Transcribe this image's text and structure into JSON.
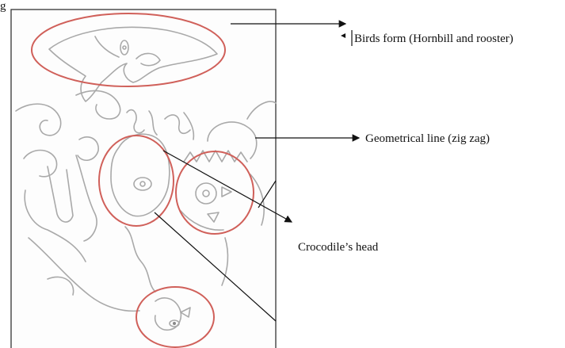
{
  "corner_fragment": "g",
  "annotations": {
    "birds": "Birds form (Hornbill and rooster)",
    "zigzag": "Geometrical line (zig zag)",
    "crocodile": "Crocodile’s head"
  },
  "colors": {
    "highlight_circle": "#d0605a",
    "sketch_line": "#a9a9a9",
    "pointer_line": "#111111",
    "figure_border": "#333333"
  }
}
